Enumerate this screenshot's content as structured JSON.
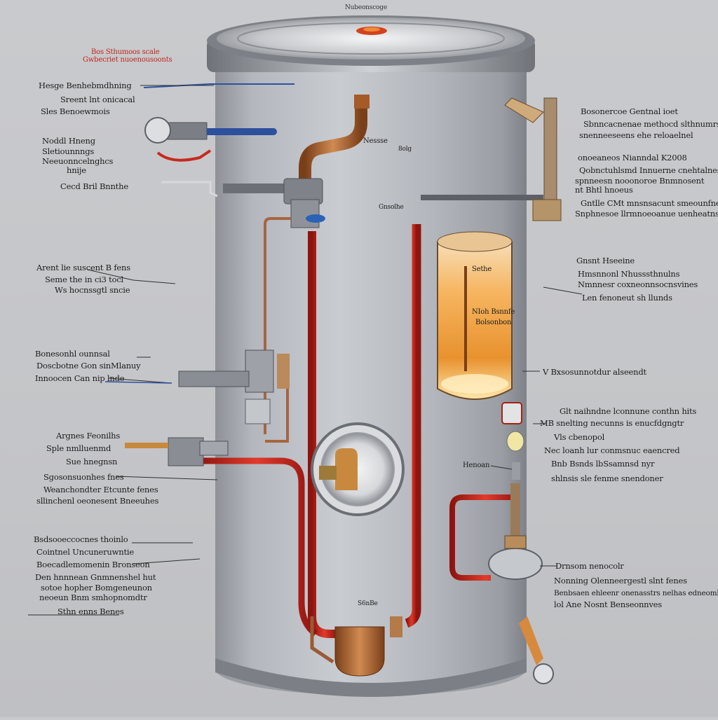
{
  "labels": {
    "top_caption": "Nubeonscoge",
    "red_1": "Bos Sthumoos scale",
    "red_2": "Gwbecriet nuoenousoonts",
    "left": [
      "Hesge Benhebmdhning",
      "Sreent lnt onicacal",
      "Sles Benoewmois",
      "Noddl Hneng",
      "Sletiounnngs",
      "Neeuonncelnghcs",
      "hnije",
      "Cecd Bril Bnnthe",
      "Arent lie suscent B fens",
      "Seme the in ci3 tocl",
      "Ws hocnssgtl sncie",
      "Bonesonhl ounnsal",
      "Doscbotne Gon sinMlanuy",
      "Innoocen Can nip lnde",
      "Argnes Feonilhs",
      "Sple nmlluenmd",
      "Sue hnegnsn",
      "Sgosonsuonhes fnes",
      "Weanchondter Etcunte fenes",
      "sllinchenl oeonesent Bneeuhes",
      "Bsdsooeccocnes thoinlo",
      "Cointnel Uncuneruwntie",
      "Boecadlemomenin Bronseon",
      "Den hnnnean Gnmnenshel hut",
      "sotoe hopher Bomgeneunon",
      "neoeun Bnm smhopnomdtr",
      "Sthn enns Benes"
    ],
    "right": [
      "Bosonercoe Gentnal ioet",
      "Sbnncacnenae methocd slthnumrs",
      "snenneeseens ehe reloaelnel",
      "onoeaneos Nianndal K2008",
      "Qobnctuhlsmd Innuerne cnehtalnes",
      "spnneesn nooonoroe Bnmnosent",
      "nt Bhtl hnoeus",
      "Gntlle CMt mnsnsacunt smeounfnes",
      "Snphnesoe llrmnoeoanue uenheatns",
      "Gnsnt Hseeine",
      "Hmsnnonl Nhusssthnulns",
      "Nmnnesr coxneonnsocnsvines",
      "Len fenoneut sh llunds",
      "V Bxsosunnotdur alseendt",
      "Glt naihndne lconnune conthn hits",
      "MB snelting necunns is enucfdgngtr",
      "Vls cbenopol",
      "Nec loanh lur conmsnuc eaencred",
      "Bnb Bsnds lbSsamnsd nyr",
      "shlnsis sle fenme snendoner",
      "Drnsom nenocolr",
      "Nonning Olenneergestl slnt fenes",
      "Benbsaen ehleenr onenasstrs nelhas edneomlly",
      "lol Ane Nosnt Benseonnves"
    ],
    "center": [
      "Nessse",
      "8olg",
      "Gnsolhe",
      "Sethe",
      "NIoh Bsnnfe",
      "Bolsonbon",
      "Henoan",
      "S6nBe"
    ]
  },
  "colors": {
    "tank": "#a9acb2",
    "pipe_red": "#d0271c",
    "pipe_copper": "#b06a3a",
    "glow": "#f3a23a",
    "label_red": "#c0261d"
  }
}
